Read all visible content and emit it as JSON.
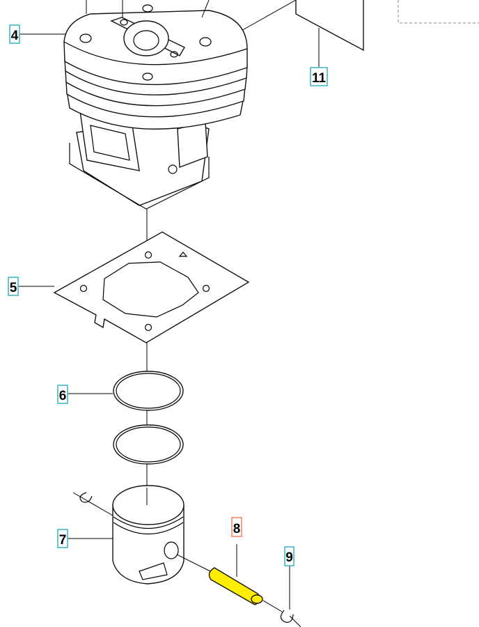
{
  "diagram": {
    "callouts": [
      {
        "id": "4",
        "label": "4",
        "highlighted": false
      },
      {
        "id": "11",
        "label": "11",
        "highlighted": false
      },
      {
        "id": "5",
        "label": "5",
        "highlighted": false
      },
      {
        "id": "6",
        "label": "6",
        "highlighted": false
      },
      {
        "id": "7",
        "label": "7",
        "highlighted": false
      },
      {
        "id": "8",
        "label": "8",
        "highlighted": true
      },
      {
        "id": "9",
        "label": "9",
        "highlighted": false
      }
    ],
    "colors": {
      "callout_border": "#3ab0c4",
      "highlight_border": "#f08060",
      "highlight_part": "#ffee00"
    }
  }
}
